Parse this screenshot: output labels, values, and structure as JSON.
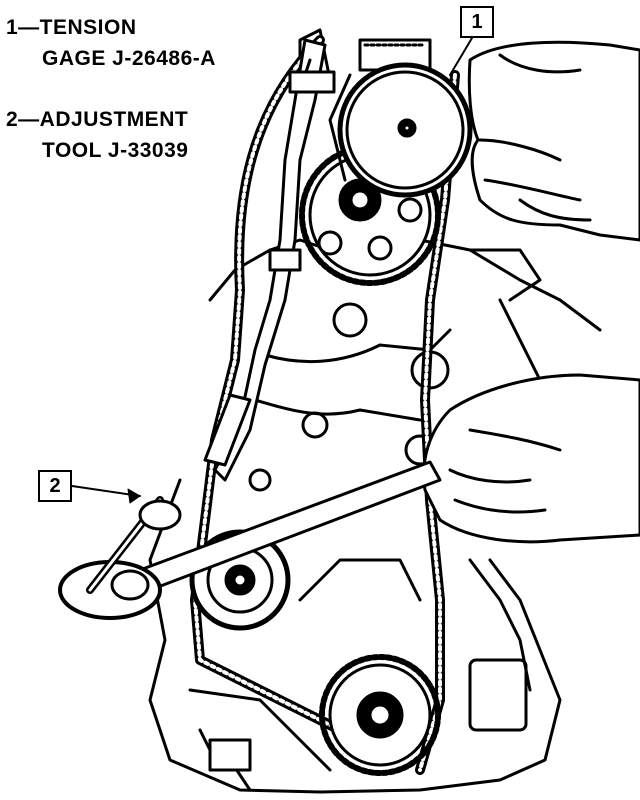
{
  "legend": {
    "item1_line1": "1—TENSION",
    "item1_line2": "GAGE J-26486-A",
    "item2_line1": "2—ADJUSTMENT",
    "item2_line2": "TOOL J-33039"
  },
  "callouts": {
    "c1": "1",
    "c2": "2"
  }
}
